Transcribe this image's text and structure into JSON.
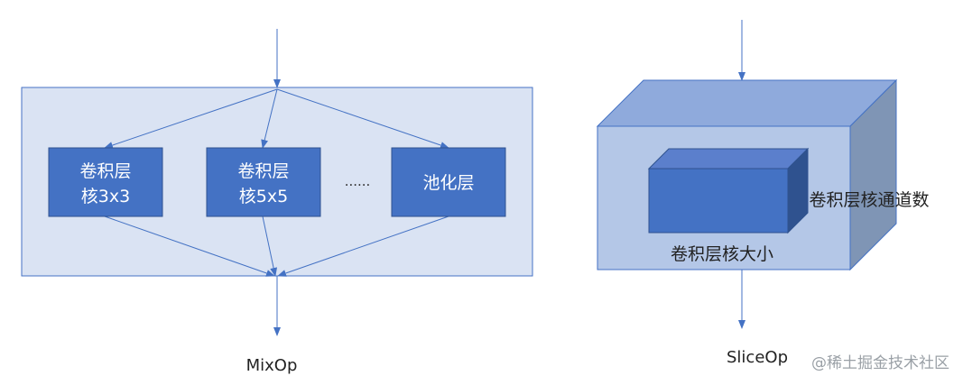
{
  "mixop": {
    "ops": [
      {
        "line1": "卷积层",
        "line2": "核3x3"
      },
      {
        "line1": "卷积层",
        "line2": "核5x5"
      },
      {
        "line1": "池化层"
      }
    ],
    "ellipsis": "......",
    "caption": "MixOp"
  },
  "sliceop": {
    "channel_label": "卷积层核通道数",
    "size_label": "卷积层核大小",
    "caption": "SliceOp"
  },
  "watermark": "@稀土掘金技术社区",
  "colors": {
    "panel_fill": "#dae3f3",
    "panel_stroke": "#4472c4",
    "op_fill": "#4472c4",
    "op_stroke": "#2f528f",
    "arrow": "#4472c4",
    "cube_front": "#b4c7e7",
    "cube_top": "#8faadc",
    "cube_side": "#7f95b5",
    "inner_front": "#4472c4",
    "inner_top": "#5b7fcc",
    "inner_side": "#2f528f"
  }
}
